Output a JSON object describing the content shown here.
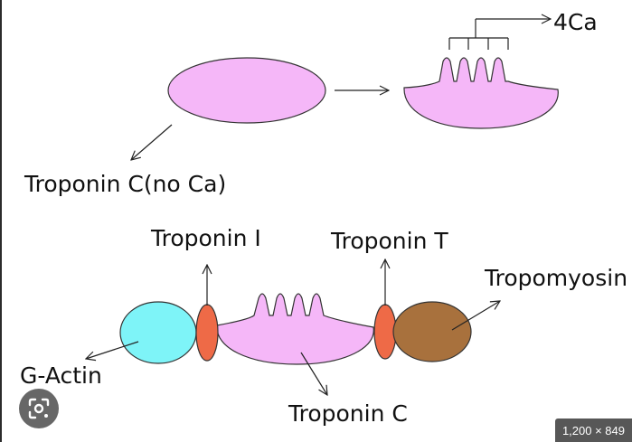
{
  "labels": {
    "ca_count": "4Ca",
    "troponin_c_no_ca": "Troponin C(no Ca)",
    "troponin_i": "Troponin I",
    "troponin_t": "Troponin T",
    "tropomyosin": "Tropomyosin",
    "g_actin": "G-Actin",
    "troponin_c": "Troponin C"
  },
  "image_size_badge": "1,200 × 849",
  "icons": {
    "search_image_button": "lens-icon"
  },
  "colors": {
    "troponin_c": "#f5b7f8",
    "g_actin": "#7ef4f8",
    "troponin_i_t": "#ee6a47",
    "tropomyosin": "#a8713d",
    "lens_button_bg": "#464646",
    "badge_bg": "#282828"
  }
}
